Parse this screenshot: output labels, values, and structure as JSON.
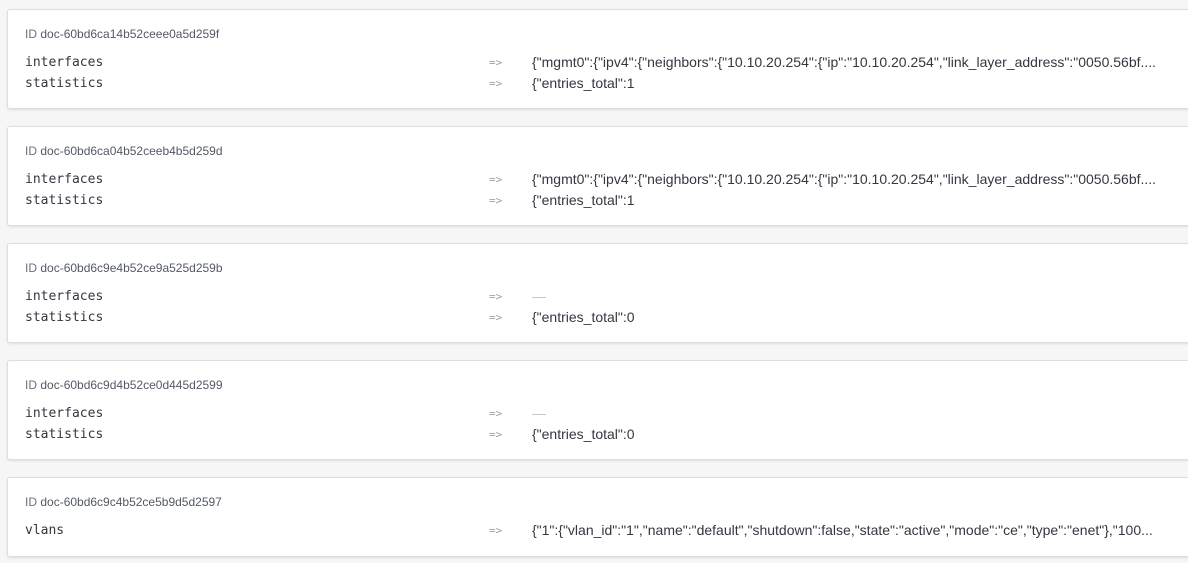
{
  "id_prefix": "ID",
  "documents": [
    {
      "id": "doc-60bd6ca14b52ceee0a5d259f",
      "fields": [
        {
          "key": "interfaces",
          "arrow": "=>",
          "value": "{\"mgmt0\":{\"ipv4\":{\"neighbors\":{\"10.10.20.254\":{\"ip\":\"10.10.20.254\",\"link_layer_address\":\"0050.56bf....",
          "empty": false
        },
        {
          "key": "statistics",
          "arrow": "=>",
          "value": "{\"entries_total\":1",
          "empty": false
        }
      ]
    },
    {
      "id": "doc-60bd6ca04b52ceeb4b5d259d",
      "fields": [
        {
          "key": "interfaces",
          "arrow": "=>",
          "value": "{\"mgmt0\":{\"ipv4\":{\"neighbors\":{\"10.10.20.254\":{\"ip\":\"10.10.20.254\",\"link_layer_address\":\"0050.56bf....",
          "empty": false
        },
        {
          "key": "statistics",
          "arrow": "=>",
          "value": "{\"entries_total\":1",
          "empty": false
        }
      ]
    },
    {
      "id": "doc-60bd6c9e4b52ce9a525d259b",
      "fields": [
        {
          "key": "interfaces",
          "arrow": "=>",
          "value": "—",
          "empty": true
        },
        {
          "key": "statistics",
          "arrow": "=>",
          "value": "{\"entries_total\":0",
          "empty": false
        }
      ]
    },
    {
      "id": "doc-60bd6c9d4b52ce0d445d2599",
      "fields": [
        {
          "key": "interfaces",
          "arrow": "=>",
          "value": "—",
          "empty": true
        },
        {
          "key": "statistics",
          "arrow": "=>",
          "value": "{\"entries_total\":0",
          "empty": false
        }
      ]
    },
    {
      "id": "doc-60bd6c9c4b52ce5b9d5d2597",
      "fields": [
        {
          "key": "vlans",
          "arrow": "=>",
          "value": "{\"1\":{\"vlan_id\":\"1\",\"name\":\"default\",\"shutdown\":false,\"state\":\"active\",\"mode\":\"ce\",\"type\":\"enet\"},\"100...",
          "empty": false
        }
      ]
    }
  ]
}
